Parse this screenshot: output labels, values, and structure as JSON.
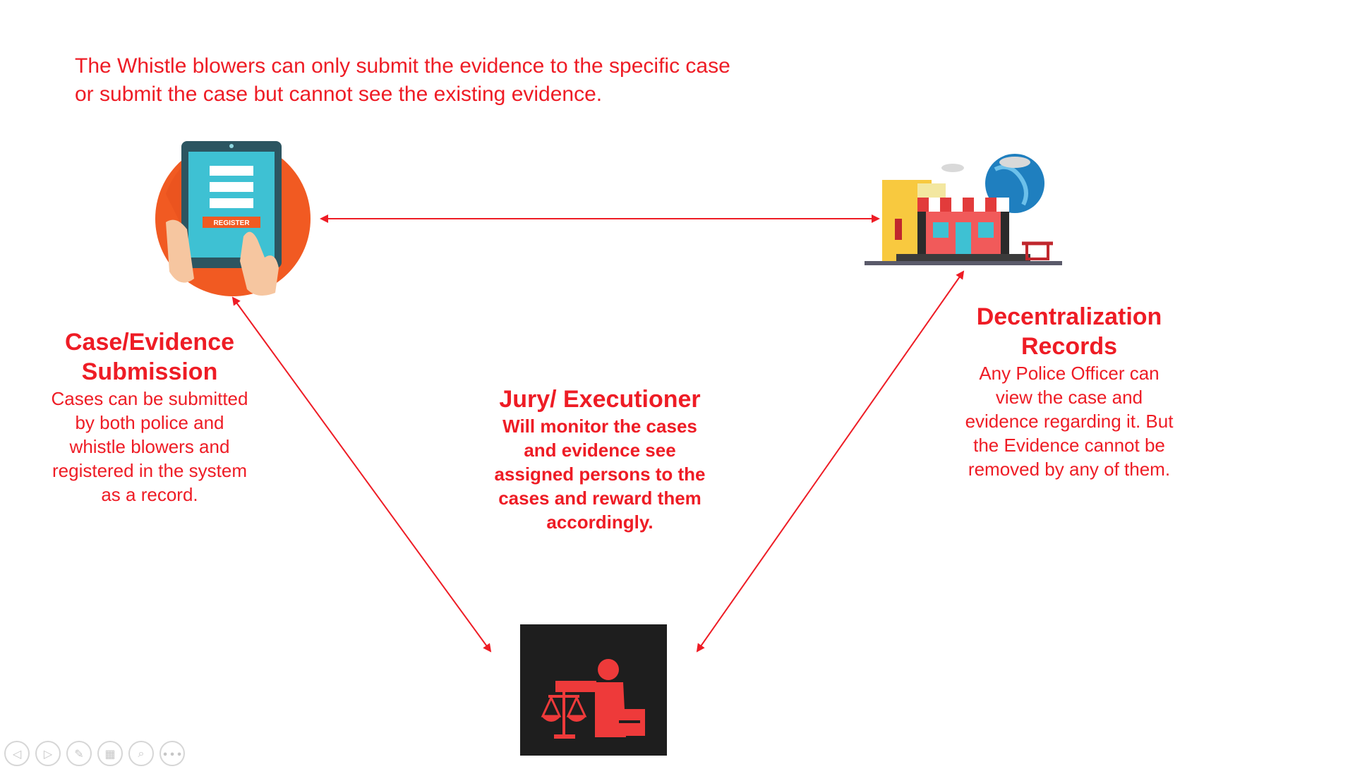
{
  "top_note": {
    "line1": "The Whistle blowers can only submit the evidence to the specific case",
    "line2": "or submit the case but cannot see the existing evidence."
  },
  "left_node": {
    "icon": "tablet-register-icon",
    "register_label": "REGISTER",
    "title_line1": "Case/Evidence",
    "title_line2": "Submission",
    "desc": [
      "Cases can be submitted",
      "by both police and",
      "whistle blowers and",
      "registered in the system",
      "as a record."
    ]
  },
  "right_node": {
    "icon": "online-store-icon",
    "title_line1": "Decentralization",
    "title_line2": "Records",
    "desc": [
      "Any Police Officer can",
      "view the case and",
      "evidence regarding it. But",
      "the Evidence cannot be",
      "removed by any of them."
    ]
  },
  "center_node": {
    "title": "Jury/ Executioner",
    "desc": [
      "Will monitor the cases",
      "and evidence see",
      "assigned persons to the",
      "cases and reward them",
      "accordingly."
    ]
  },
  "bottom_node": {
    "icon": "judge-scales-icon"
  },
  "toolbar": {
    "buttons": [
      {
        "icon": "previous-icon",
        "glyph": "◁"
      },
      {
        "icon": "next-icon",
        "glyph": "▷"
      },
      {
        "icon": "pen-icon",
        "glyph": "✎"
      },
      {
        "icon": "slides-icon",
        "glyph": "▦"
      },
      {
        "icon": "zoom-icon",
        "glyph": "⌕"
      },
      {
        "icon": "more-icon",
        "glyph": "∙∙∙"
      }
    ]
  },
  "colors": {
    "accent": "#ee1c25",
    "icon_orange": "#f15a22",
    "tablet_teal": "#3ec1d3",
    "dark_box": "#1e1e1e"
  }
}
